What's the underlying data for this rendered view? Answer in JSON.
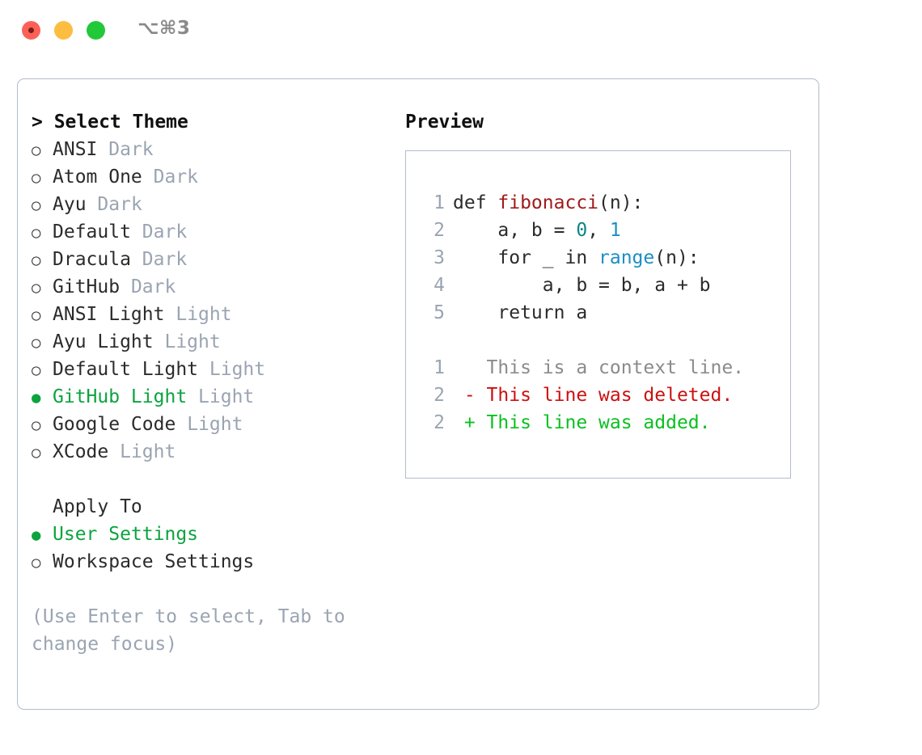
{
  "titlebar": {
    "shortcut": "⌥⌘3",
    "traffic_lights": [
      {
        "name": "close",
        "color": "#fc6158"
      },
      {
        "name": "minimize",
        "color": "#fdbd41"
      },
      {
        "name": "zoom",
        "color": "#21c939"
      }
    ]
  },
  "theme_picker": {
    "heading": "> Select Theme",
    "selected_marker": "●",
    "unselected_marker": "○",
    "selected_color": "#0ca33f",
    "items": [
      {
        "name": "ANSI",
        "kind": "Dark",
        "selected": false
      },
      {
        "name": "Atom One",
        "kind": "Dark",
        "selected": false
      },
      {
        "name": "Ayu",
        "kind": "Dark",
        "selected": false
      },
      {
        "name": "Default",
        "kind": "Dark",
        "selected": false
      },
      {
        "name": "Dracula",
        "kind": "Dark",
        "selected": false
      },
      {
        "name": "GitHub",
        "kind": "Dark",
        "selected": false
      },
      {
        "name": "ANSI Light",
        "kind": "Light",
        "selected": false
      },
      {
        "name": "Ayu Light",
        "kind": "Light",
        "selected": false
      },
      {
        "name": "Default Light",
        "kind": "Light",
        "selected": false
      },
      {
        "name": "GitHub Light",
        "kind": "Light",
        "selected": true
      },
      {
        "name": "Google Code",
        "kind": "Light",
        "selected": false
      },
      {
        "name": "XCode",
        "kind": "Light",
        "selected": false
      }
    ]
  },
  "apply_to": {
    "heading": "Apply To",
    "options": [
      {
        "label": "User Settings",
        "selected": true
      },
      {
        "label": "Workspace Settings",
        "selected": false
      }
    ]
  },
  "hint": {
    "line1": "(Use Enter to select, Tab to",
    "line2": "change focus)"
  },
  "preview": {
    "title": "Preview",
    "code_lines": [
      {
        "no": "1",
        "parts": [
          {
            "t": "def ",
            "c": "plain"
          },
          {
            "t": "fibonacci",
            "c": "fn"
          },
          {
            "t": "(n):",
            "c": "plain"
          }
        ]
      },
      {
        "no": "2",
        "parts": [
          {
            "t": "    a, b = ",
            "c": "plain"
          },
          {
            "t": "0",
            "c": "num"
          },
          {
            "t": ", ",
            "c": "plain"
          },
          {
            "t": "1",
            "c": "num2"
          }
        ]
      },
      {
        "no": "3",
        "parts": [
          {
            "t": "    for _ in ",
            "c": "plain"
          },
          {
            "t": "range",
            "c": "builtin"
          },
          {
            "t": "(n):",
            "c": "plain"
          }
        ]
      },
      {
        "no": "4",
        "parts": [
          {
            "t": "        a, b = b, a + b",
            "c": "plain"
          }
        ]
      },
      {
        "no": "5",
        "parts": [
          {
            "t": "    return a",
            "c": "plain"
          }
        ]
      }
    ],
    "diff_lines": [
      {
        "no": "1",
        "sign": "  ",
        "text": "This is a context line.",
        "kind": "context"
      },
      {
        "no": "2",
        "sign": "- ",
        "text": "This line was deleted.",
        "kind": "del"
      },
      {
        "no": "2",
        "sign": "+ ",
        "text": "This line was added.",
        "kind": "add"
      }
    ],
    "colors": {
      "function": "#a01b1b",
      "number": "#0d8585",
      "builtin": "#1a8fc4",
      "diff_deleted": "#cc1111",
      "diff_added": "#0ac020",
      "diff_context": "#8b8b8b",
      "line_number": "#9aa4b2"
    }
  }
}
